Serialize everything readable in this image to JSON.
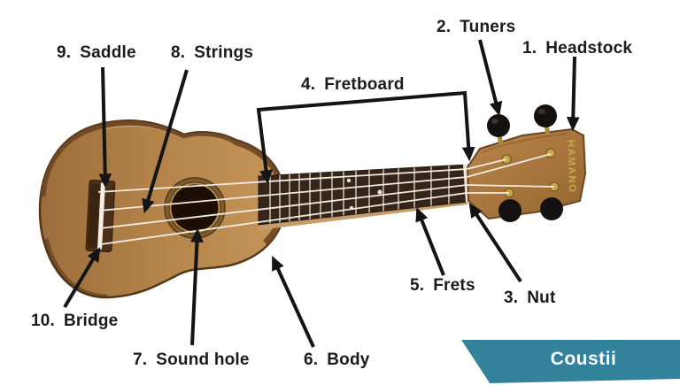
{
  "labels": {
    "headstock": {
      "num": "1.",
      "name": "Headstock"
    },
    "tuners": {
      "num": "2.",
      "name": "Tuners"
    },
    "nut": {
      "num": "3.",
      "name": "Nut"
    },
    "fretboard": {
      "num": "4.",
      "name": "Fretboard"
    },
    "frets": {
      "num": "5.",
      "name": "Frets"
    },
    "body": {
      "num": "6.",
      "name": "Body"
    },
    "sound_hole": {
      "num": "7.",
      "name": "Sound hole"
    },
    "strings": {
      "num": "8.",
      "name": "Strings"
    },
    "saddle": {
      "num": "9.",
      "name": "Saddle"
    },
    "bridge": {
      "num": "10.",
      "name": "Bridge"
    }
  },
  "instrument": {
    "brand_text": "HAMANO"
  },
  "banner": {
    "text": "Coustii",
    "color": "#32829c"
  },
  "colors": {
    "arrow": "#141414",
    "label_text": "#1b1b1b",
    "banner_teal": "#32829c",
    "body_wood": "#b28249",
    "body_rim": "#5a3a1b",
    "fretboard": "#352518",
    "strings": "#f0ece2",
    "sound_hole": "#1c0e04",
    "tuner_peg": "#141110",
    "brand_gold": "#c9a74b"
  }
}
